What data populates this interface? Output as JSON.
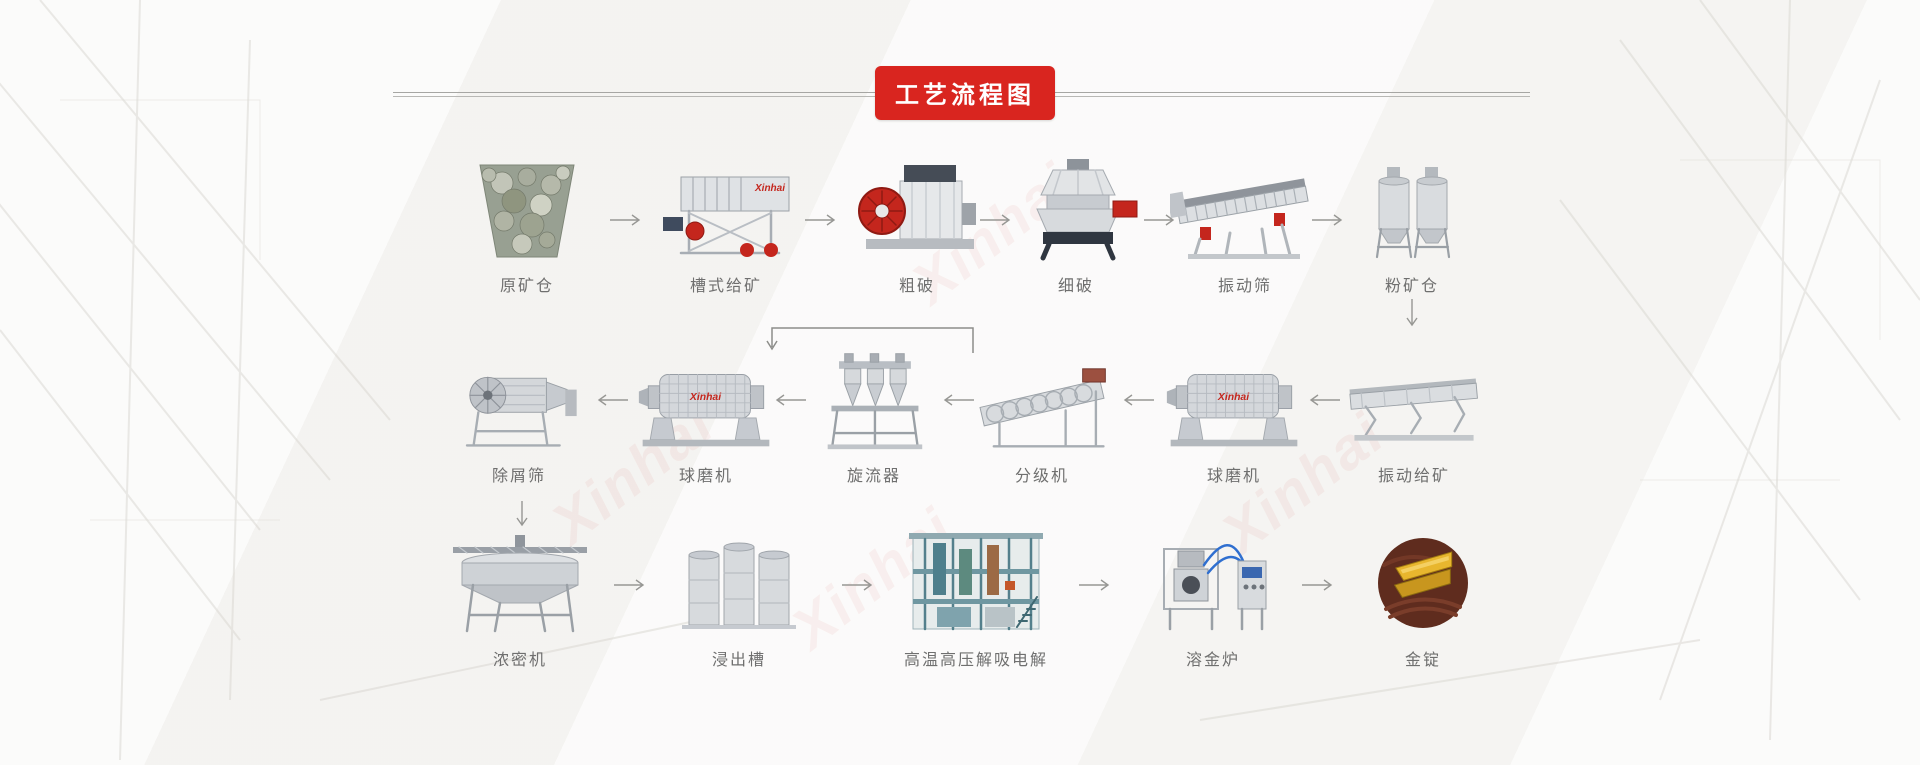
{
  "page": {
    "background_color": "#f7f6f4"
  },
  "header": {
    "title": "工艺流程图",
    "badge_color": "#d9251f",
    "title_color": "#ffffff"
  },
  "brand": {
    "watermark": "Xinhai",
    "logo_color": "#c4261d"
  },
  "flow": {
    "rows": [
      {
        "direction": "right",
        "items": [
          {
            "label": "原矿仓",
            "icon": "raw-ore-bin-photo"
          },
          {
            "label": "槽式给矿",
            "icon": "trough-feeder-photo"
          },
          {
            "label": "粗破",
            "icon": "jaw-crusher-photo"
          },
          {
            "label": "细破",
            "icon": "cone-crusher-photo"
          },
          {
            "label": "振动筛",
            "icon": "vibrating-screen-photo"
          },
          {
            "label": "粉矿仓",
            "icon": "powder-ore-silo-photo"
          }
        ]
      },
      {
        "direction": "left",
        "items": [
          {
            "label": "除屑筛",
            "icon": "trash-screen-photo"
          },
          {
            "label": "球磨机",
            "icon": "ball-mill-photo"
          },
          {
            "label": "旋流器",
            "icon": "hydrocyclone-photo"
          },
          {
            "label": "分级机",
            "icon": "spiral-classifier-photo"
          },
          {
            "label": "球磨机",
            "icon": "ball-mill-photo"
          },
          {
            "label": "振动给矿",
            "icon": "vibrating-feeder-photo"
          }
        ]
      },
      {
        "direction": "right",
        "items": [
          {
            "label": "浓密机",
            "icon": "thickener-photo"
          },
          {
            "label": "浸出槽",
            "icon": "leaching-tank-photo"
          },
          {
            "label": "高温高压解吸电解",
            "icon": "desorption-electrolysis-photo"
          },
          {
            "label": "溶金炉",
            "icon": "gold-melting-furnace-photo"
          },
          {
            "label": "金锭",
            "icon": "gold-ingot-photo"
          }
        ]
      }
    ],
    "connectors": [
      {
        "type": "arrow-down",
        "from": "粉矿仓",
        "to": "振动给矿"
      },
      {
        "type": "elbow-arrow-down",
        "from": "分级机",
        "to": "旋流器"
      },
      {
        "type": "arrow-down",
        "from": "除屑筛",
        "to": "浓密机"
      }
    ],
    "arrow_color": "#979794"
  }
}
